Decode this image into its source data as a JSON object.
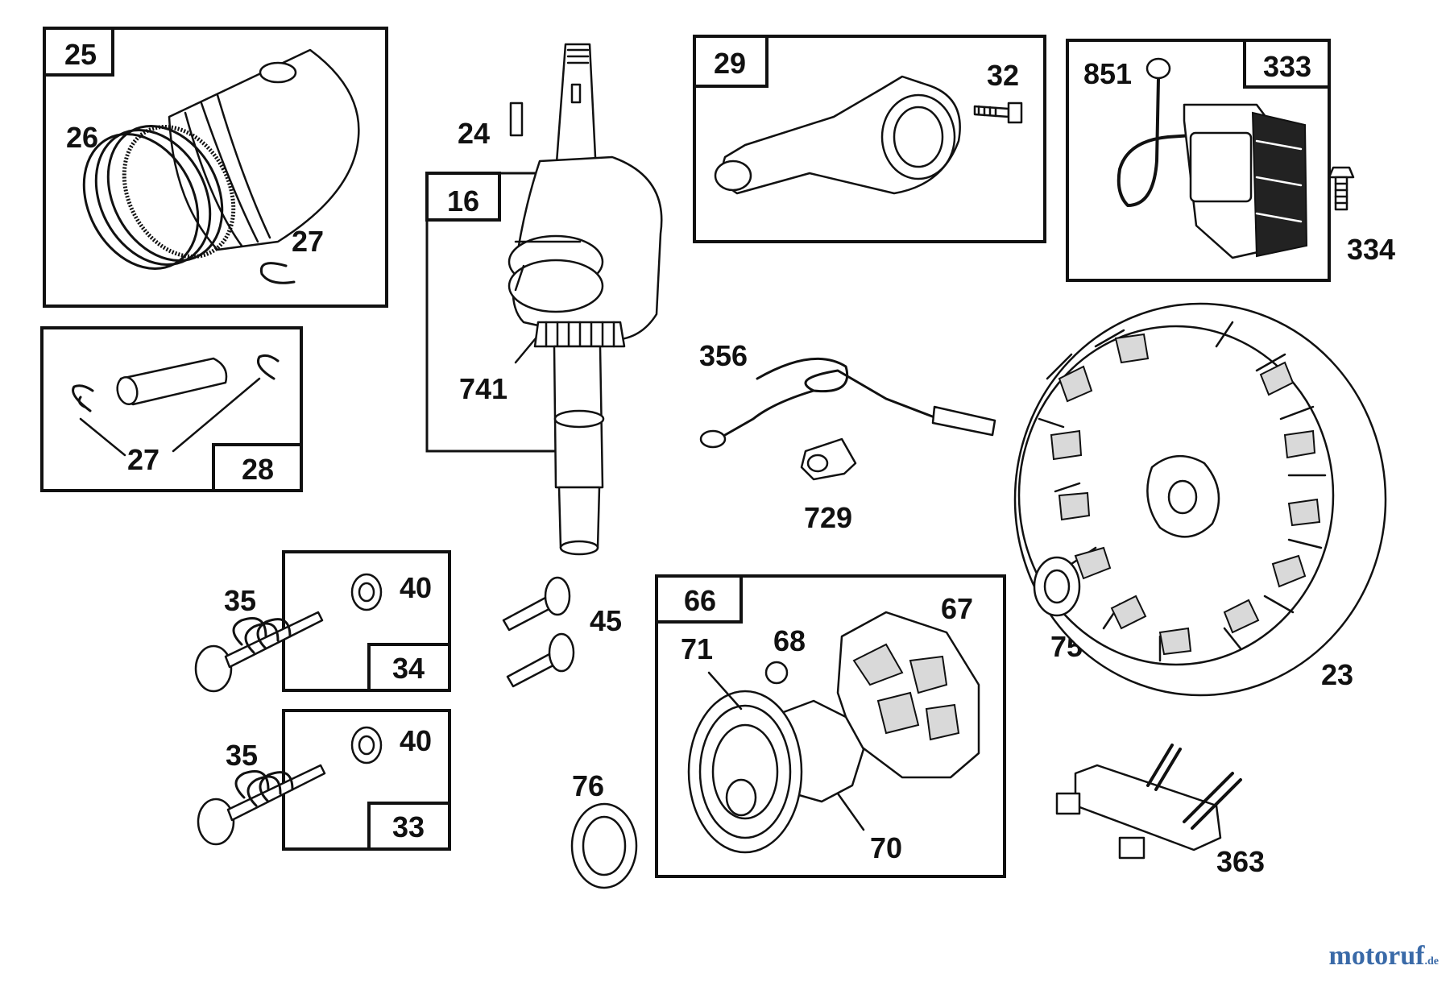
{
  "diagram": {
    "labels": {
      "l25": "25",
      "l26": "26",
      "l27a": "27",
      "l28": "28",
      "l27b": "27",
      "l24": "24",
      "l16": "16",
      "l741": "741",
      "l29": "29",
      "l32": "32",
      "l851": "851",
      "l333": "333",
      "l334": "334",
      "l356": "356",
      "l729": "729",
      "l23": "23",
      "l75": "75",
      "l35a": "35",
      "l40a": "40",
      "l34": "34",
      "l35b": "35",
      "l40b": "40",
      "l33": "33",
      "l45": "45",
      "l76": "76",
      "l66": "66",
      "l67": "67",
      "l68": "68",
      "l71": "71",
      "l70": "70",
      "l363": "363"
    }
  },
  "watermark": {
    "name": "motoruf",
    "tld": ".de"
  }
}
